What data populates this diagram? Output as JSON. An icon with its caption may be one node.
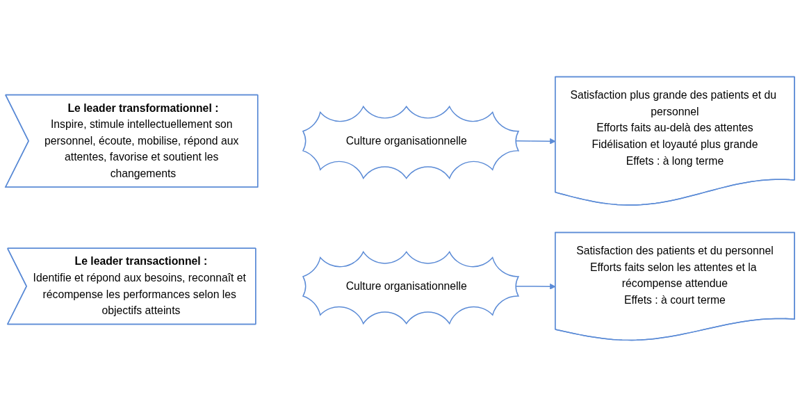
{
  "diagram": {
    "nodes": [
      {
        "text": [
          "Le leader transformationnel :",
          "Inspire, stimule intellectuellement son personnel, écoute, mobilise, répond aux attentes, favorise et soutient les changements"
        ]
      },
      {
        "text": [
          "Culture organisationnelle"
        ]
      },
      {
        "text": [
          "Satisfaction plus grande des patients et du personnel",
          "Efforts faits au-delà des attentes",
          "Fidélisation et loyauté plus grande",
          "Effets : à long terme"
        ]
      },
      {
        "text": [
          "Le leader transactionnel :",
          "Identifie et répond aux besoins, reconnaît et récompense les performances selon les objectifs atteints"
        ]
      },
      {
        "text": [
          "Culture organisationnelle"
        ]
      },
      {
        "text": [
          "Satisfaction des patients et du personnel",
          "Efforts faits selon les attentes et la récompense attendue",
          "Effets : à court terme"
        ]
      }
    ],
    "edges": [
      {
        "from": 1,
        "to": 2,
        "arrow": "to"
      },
      {
        "from": 4,
        "to": 5,
        "arrow": "to"
      }
    ]
  }
}
